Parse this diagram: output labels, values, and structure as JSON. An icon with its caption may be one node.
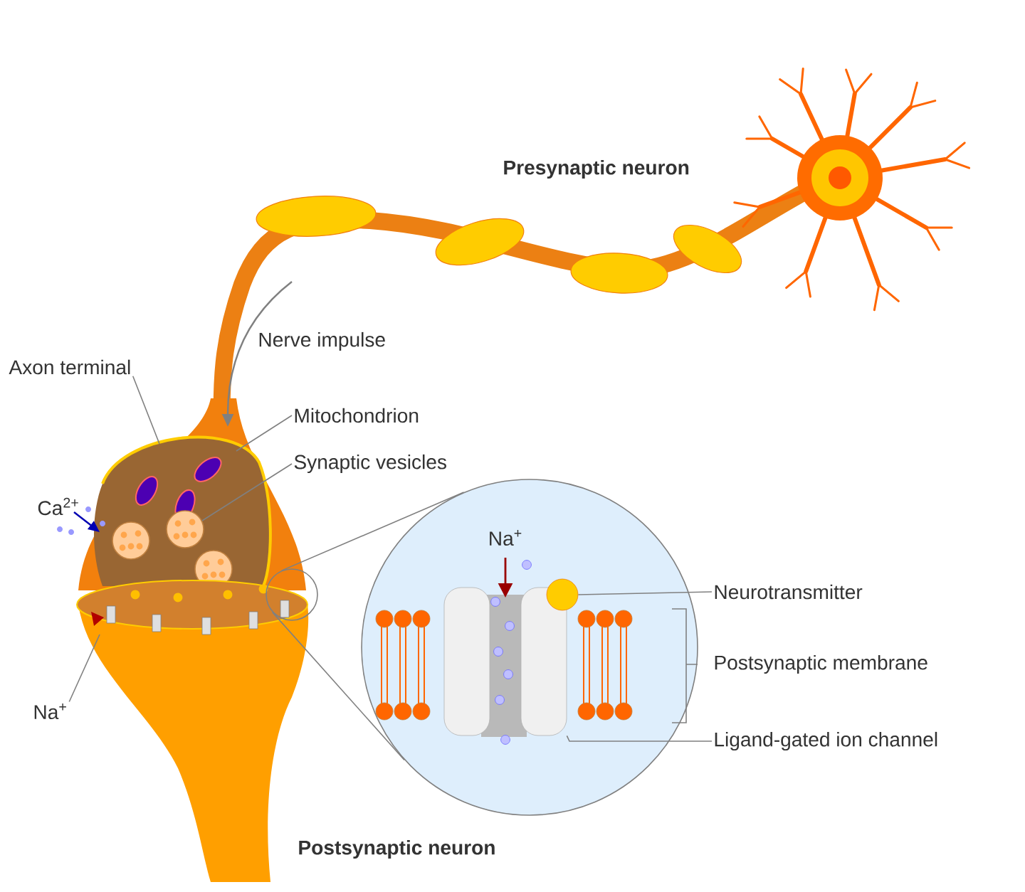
{
  "diagram": {
    "nodes": [
      {
        "text": [
          "Axon terminal"
        ]
      },
      {
        "text": [
          "Mitochondrion"
        ]
      },
      {
        "text": [
          "Synaptic vesicles"
        ]
      },
      {
        "text": [],
        "shape": "circle"
      },
      {
        "text": [
          "Neurotransmitter"
        ]
      },
      {
        "text": [],
        "shape": "circle"
      },
      {
        "text": [
          "Na$^{+}$"
        ]
      },
      {
        "text": [
          "Ligand-gated ion channel"
        ]
      },
      {
        "text": [],
        "shape": "picture",
        "in": 3
      },
      {
        "text": [],
        "shape": "circle",
        "in": 8
      }
    ],
    "edges": [
      {
        "from": 0,
        "to": null,
        "arrow": "none"
      },
      {
        "from": 1,
        "to": null,
        "arrow": "none"
      },
      {
        "from": 2,
        "to": null,
        "arrow": "none"
      },
      {
        "from": 5,
        "to": 3,
        "arrow": "none"
      },
      {
        "from": 5,
        "to": 3,
        "arrow": "none"
      },
      {
        "from": 4,
        "to": 9,
        "arrow": "none"
      },
      {
        "from": 6,
        "to": null,
        "arrow": "none"
      },
      {
        "from": 7,
        "to": 8,
        "arrow": "none"
      }
    ],
    "labels": [
      "Presynaptic neuron",
      "Nerve impulse",
      "Ca$^{2+}$",
      "Na$^{+}$",
      "Postsynaptic membrane",
      "Postsynaptic neuron"
    ]
  }
}
